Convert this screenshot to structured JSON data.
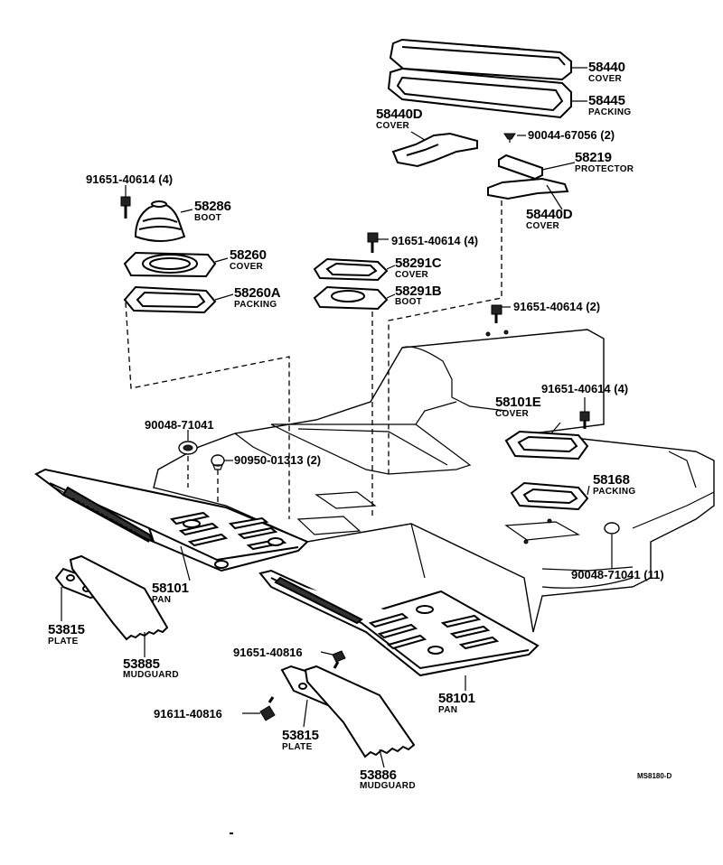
{
  "diagram_code": "MS8180-D",
  "labels": {
    "p58440": {
      "num": "58440",
      "name": "COVER"
    },
    "p58445": {
      "num": "58445",
      "name": "PACKING"
    },
    "p58440d_top": {
      "num": "58440D",
      "name": "COVER"
    },
    "bolt_90044": {
      "num": "90044-67056 (2)"
    },
    "p58219": {
      "num": "58219",
      "name": "PROTECTOR"
    },
    "p58440d_bottom": {
      "num": "58440D",
      "name": "COVER"
    },
    "bolt_91651_left": {
      "num": "91651-40614 (4)"
    },
    "p58286": {
      "num": "58286",
      "name": "BOOT"
    },
    "p58260": {
      "num": "58260",
      "name": "COVER"
    },
    "p58260a": {
      "num": "58260A",
      "name": "PACKING"
    },
    "bolt_91651_mid": {
      "num": "91651-40614 (4)"
    },
    "p58291c": {
      "num": "58291C",
      "name": "COVER"
    },
    "p58291b": {
      "num": "58291B",
      "name": "BOOT"
    },
    "bolt_91651_right2": {
      "num": "91651-40614 (2)"
    },
    "bolt_91651_right4": {
      "num": "91651-40614 (4)"
    },
    "p58101e": {
      "num": "58101E",
      "name": "COVER"
    },
    "plug_90048_left": {
      "num": "90048-71041"
    },
    "clip_90950": {
      "num": "90950-01313 (2)"
    },
    "p58168": {
      "num": "58168",
      "name": "PACKING"
    },
    "plug_90048_right": {
      "num": "90048-71041 (11)"
    },
    "pan_left": {
      "num": "58101",
      "name": "PAN"
    },
    "plate_left": {
      "num": "53815",
      "name": "PLATE"
    },
    "mudguard_left": {
      "num": "53885",
      "name": "MUDGUARD"
    },
    "bolt_91651_40816": {
      "num": "91651-40816"
    },
    "pan_right": {
      "num": "58101",
      "name": "PAN"
    },
    "bolt_91611": {
      "num": "91611-40816"
    },
    "plate_right": {
      "num": "53815",
      "name": "PLATE"
    },
    "mudguard_right": {
      "num": "53886",
      "name": "MUDGUARD"
    }
  }
}
